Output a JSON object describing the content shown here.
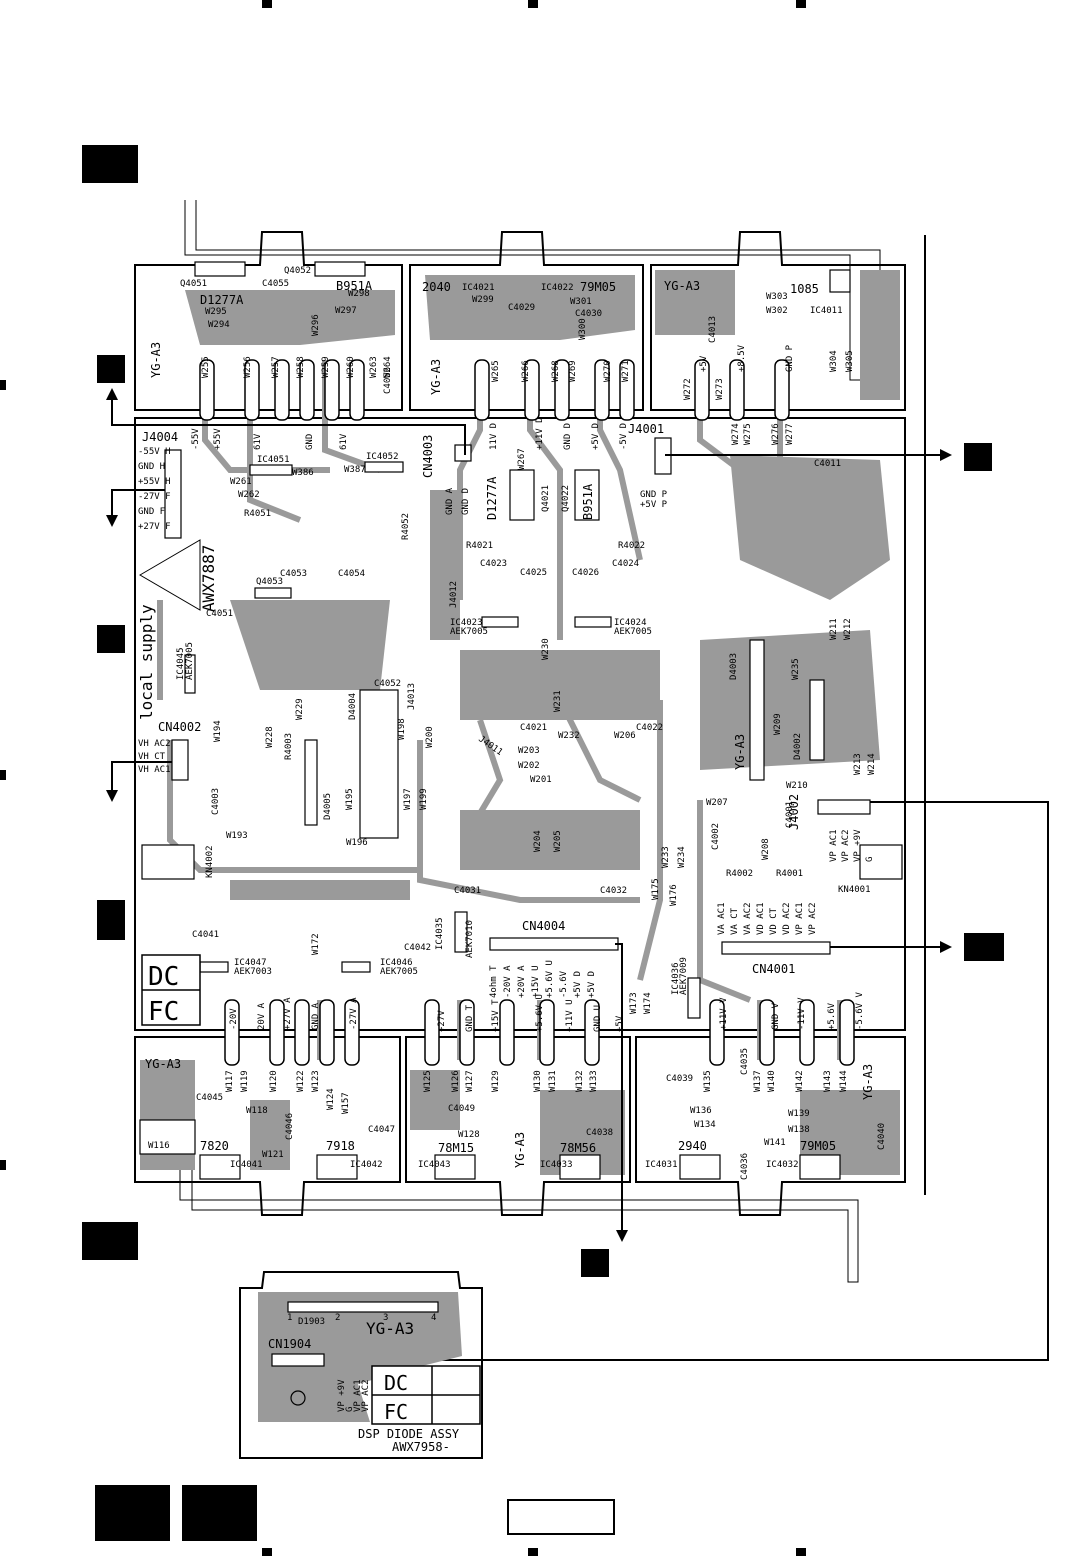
{
  "diagram": {
    "connectors": {
      "j4004": "J4004",
      "j4001": "J4001",
      "cn4003": "CN4003",
      "cn4002": "CN4002",
      "cn4004": "CN4004",
      "cn4001": "CN4001",
      "cn1904": "CN1904",
      "kn4002": "KN4002",
      "kn4001": "KN4001",
      "j4002": "J4002",
      "j4011": "J4011",
      "j4012": "J4012",
      "j4013": "J4013"
    },
    "parts": {
      "d1277a_top": "D1277A",
      "b951a_top": "B951A",
      "d1277a_mid": "D1277A",
      "b951a_mid": "B951A",
      "p2040": "2040",
      "p79m05_top": "79M05",
      "p1085": "1085",
      "ygA3_top_left": "YG-A3",
      "ygA3_top_mid": "YG-A3",
      "ygA3_top_right": "YG-A3",
      "ygA3_mid": "YG-A3",
      "ygA3_bot_left": "YG-A3",
      "ygA3_bot_mid": "YG-A3",
      "ygA3_bot_right": "YG-A3",
      "ygA3_dsp": "YG-A3",
      "p7820": "7820",
      "p7918": "7918",
      "p78m15": "78M15",
      "p78m56": "78M56",
      "p2940": "2940",
      "p79m05_bot": "79M05",
      "awx7887": "AWX7887",
      "local_supply": "local supply",
      "d1903": "D1903",
      "dc": "DC",
      "fc": "FC",
      "dc_dsp": "DC",
      "fc_dsp": "FC",
      "dsp_line1": "DSP DIODE ASSY",
      "dsp_line2": "AWX7958-"
    },
    "ics": {
      "ic4051": "IC4051",
      "ic4052": "IC4052",
      "ic4021": "IC4021",
      "ic4022": "IC4022",
      "ic4011": "IC4011",
      "ic4023": "IC4023",
      "ic4024": "IC4024",
      "ic4045": "IC4045",
      "ic4035": "IC4035",
      "ic4036": "IC4036",
      "ic4047": "IC4047",
      "ic4046": "IC4046",
      "ic4041": "IC4041",
      "ic4042": "IC4042",
      "ic4043": "IC4043",
      "ic4033": "IC4033",
      "ic4031": "IC4031",
      "ic4032": "IC4032",
      "aek_4023": "AEK7005",
      "aek_4024": "AEK7005",
      "aek_4045": "AEK7005",
      "aek_4035": "AEK7010",
      "aek_4036": "AEK7009",
      "aek_4047": "AEK7003",
      "aek_4046": "AEK7005"
    },
    "transistors": {
      "q4051": "Q4051",
      "q4052": "Q4052",
      "q4021": "Q4021",
      "q4022": "Q4022",
      "q4053": "Q4053"
    },
    "diodes": {
      "d4003": "D4003",
      "d4004": "D4004",
      "d4005": "D4005",
      "d4002": "D4002"
    },
    "resistors": {
      "r4021": "R4021",
      "r4022": "R4022",
      "r4051": "R4051",
      "r4052": "R4052",
      "r4003": "R4003",
      "r4002": "R4002",
      "r4001": "R4001"
    },
    "capacitors": {
      "c4055": "C4055",
      "c4056": "C4056",
      "c4029": "C4029",
      "c4030": "C4030",
      "c4013": "C4013",
      "c4011": "C4011",
      "c4023": "C4023",
      "c4025": "C4025",
      "c4026": "C4026",
      "c4024": "C4024",
      "c4053": "C4053",
      "c4054": "C4054",
      "c4051": "C4051",
      "c4052": "C4052",
      "c4021": "C4021",
      "c4022": "C4022",
      "c4003": "C4003",
      "c4002": "C4002",
      "c4001": "C4001",
      "c4031": "C4031",
      "c4032": "C4032",
      "c4041": "C4041",
      "c4042": "C4042",
      "c4045": "C4045",
      "c4046": "C4046",
      "c4047": "C4047",
      "c4049": "C4049",
      "c4038": "C4038",
      "c4039": "C4039",
      "c4035": "C4035",
      "c4036": "C4036",
      "c4040": "C4040"
    },
    "jumpers_top": [
      "W255",
      "W256",
      "W257",
      "W258",
      "W259",
      "W260",
      "W263",
      "W264"
    ],
    "jumpers_misc": {
      "w295": "W295",
      "w294": "W294",
      "w296": "W296",
      "w297": "W297",
      "w298": "W298",
      "w299": "W299",
      "w301": "W301",
      "w300": "W300",
      "w265": "W265",
      "w266": "W266",
      "w268": "W268",
      "w269": "W269",
      "w270": "W270",
      "w271": "W271",
      "w303": "W303",
      "w302": "W302",
      "w304": "W304",
      "w305": "W305",
      "w272": "W272",
      "w273": "W273",
      "w274": "W274",
      "w275": "W275",
      "w276": "W276",
      "w277": "W277",
      "w261": "W261",
      "w262": "W262",
      "w386": "W386",
      "w387": "W387",
      "w267": "W267",
      "w230": "W230",
      "w231": "W231",
      "w232": "W232",
      "w203": "W203",
      "w202": "W202",
      "w201": "W201",
      "w206": "W206",
      "w204": "W204",
      "w205": "W205",
      "w207": "W207",
      "w208": "W208",
      "w209": "W209",
      "w210": "W210",
      "w211": "W211",
      "w212": "W212",
      "w213": "W213",
      "w214": "W214",
      "w235": "W235",
      "w194": "W194",
      "w228": "W228",
      "w229": "W229",
      "w195": "W195",
      "w196": "W196",
      "w197": "W197",
      "w198": "W198",
      "w199": "W199",
      "w200": "W200",
      "w193": "W193",
      "w172": "W172",
      "w233": "W233",
      "w234": "W234",
      "w173": "W173",
      "w174": "W174",
      "w175": "W175",
      "w176": "W176",
      "w117": "W117",
      "w119": "W119",
      "w120": "W120",
      "w122": "W122",
      "w123": "W123",
      "w124": "W124",
      "w157": "W157",
      "w118": "W118",
      "w116": "W116",
      "w121": "W121",
      "w125": "W125",
      "w126": "W126",
      "w127": "W127",
      "w129": "W129",
      "w128": "W128",
      "w130": "W130",
      "w131": "W131",
      "w132": "W132",
      "w133": "W133",
      "w135": "W135",
      "w137": "W137",
      "w140": "W140",
      "w142": "W142",
      "w143": "W143",
      "w144": "W144",
      "w136": "W136",
      "w134": "W134",
      "w139": "W139",
      "w138": "W138",
      "w141": "W141"
    },
    "net_labels": {
      "j4004_pins": [
        "-55V H",
        "GND H",
        "+55V H",
        "-27V F",
        "GND F",
        "+27V F"
      ],
      "top_left_nets": [
        "-55V",
        "+55V",
        "61V",
        "GND",
        "61V"
      ],
      "top_mid_nets": [
        "11V D",
        "+11V D",
        "GND D",
        "+5V D",
        "-5V D"
      ],
      "top_right_nets": [
        "+5V",
        "+8.5V",
        "GND P"
      ],
      "gnd_a": "GND A",
      "gnd_d": "GND D",
      "gnd_p": "GND P",
      "p5v_p": "+5V P",
      "cn4002_pins": [
        "VH AC2",
        "VH CT",
        "VH AC1"
      ],
      "cn4004_nets": [
        "+27V",
        "GND T",
        "+15V T",
        "+5.6V U",
        "+11V U",
        "GND U",
        "+5V"
      ],
      "cn4004_nets2": [
        "4ohm T",
        "-20V A",
        "+20V A",
        "+15V U",
        "+5.6V U",
        "-5.6V",
        "+5V D",
        "+5V D"
      ],
      "bottom_left_nets": [
        "-20V",
        "20V A",
        "+27V A",
        "GND A",
        "-27V A"
      ],
      "bottom_right_nets": [
        "+11V V",
        "GND V",
        "-11V V",
        "+5.6V",
        "-5.6V V"
      ],
      "cn4001_pins": [
        "VA AC1",
        "VA CT",
        "VA AC2",
        "VD AC1",
        "VD CT",
        "VD AC2",
        "VP AC1",
        "VP AC2"
      ],
      "j4002_pins": [
        "VP AC1",
        "VP AC2",
        "VP +9V",
        "G"
      ],
      "cn1904_pins": [
        "VP +9V",
        "G",
        "VP AC1",
        "VP AC2"
      ],
      "pin_nums": [
        "1",
        "2",
        "3",
        "4"
      ]
    }
  }
}
